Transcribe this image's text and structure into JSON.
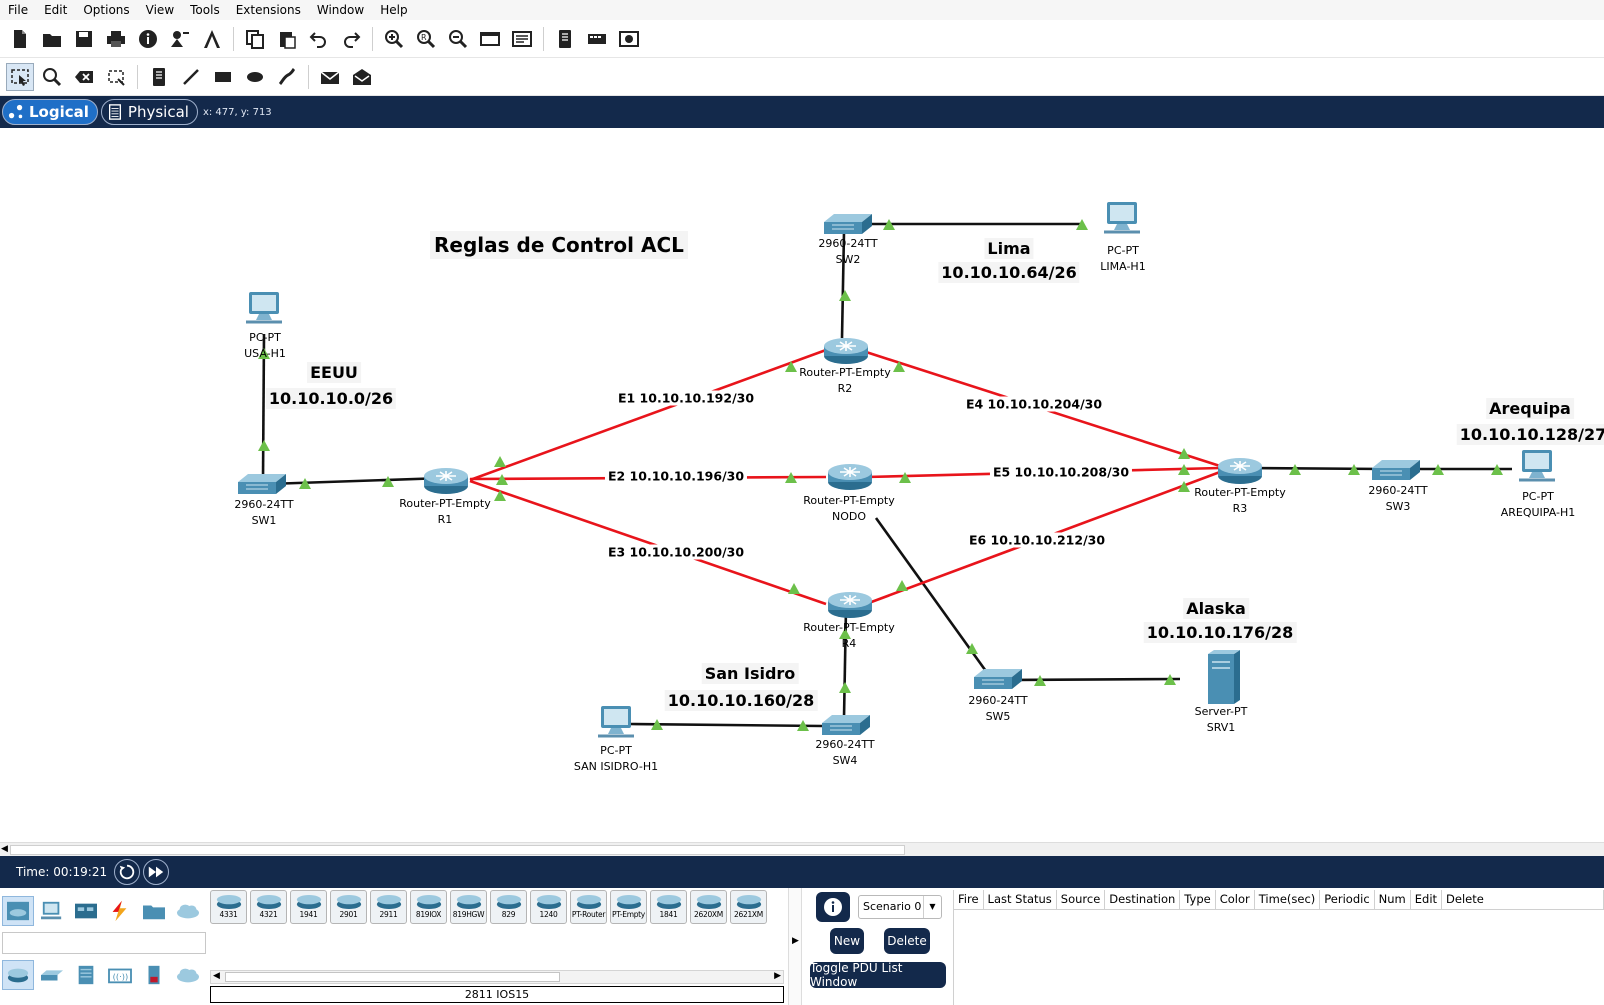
{
  "menu": [
    "File",
    "Edit",
    "Options",
    "View",
    "Tools",
    "Extensions",
    "Window",
    "Help"
  ],
  "mode_tabs": {
    "logical": "Logical",
    "physical": "Physical",
    "coords": "x: 477, y: 713"
  },
  "canvas": {
    "title": "Reglas de Control ACL",
    "networks": [
      {
        "name": "Lima",
        "subnet": "10.10.10.64/26"
      },
      {
        "name": "EEUU",
        "subnet": "10.10.10.0/26"
      },
      {
        "name": "Arequipa",
        "subnet": "10.10.10.128/27"
      },
      {
        "name": "Alaska",
        "subnet": "10.10.10.176/28"
      },
      {
        "name": "San Isidro",
        "subnet": "10.10.10.160/28"
      }
    ],
    "links": [
      {
        "label": "E1 10.10.10.192/30"
      },
      {
        "label": "E2 10.10.10.196/30"
      },
      {
        "label": "E3 10.10.10.200/30"
      },
      {
        "label": "E4 10.10.10.204/30"
      },
      {
        "label": "E5 10.10.10.208/30"
      },
      {
        "label": "E6 10.10.10.212/30"
      }
    ],
    "devices": [
      {
        "type": "2960-24TT",
        "name": "SW2",
        "kind": "switch"
      },
      {
        "type": "PC-PT",
        "name": "LIMA-H1",
        "kind": "pc"
      },
      {
        "type": "PC-PT",
        "name": "USA-H1",
        "kind": "pc"
      },
      {
        "type": "Router-PT-Empty",
        "name": "R2",
        "kind": "router"
      },
      {
        "type": "2960-24TT",
        "name": "SW1",
        "kind": "switch"
      },
      {
        "type": "Router-PT-Empty",
        "name": "R1",
        "kind": "router"
      },
      {
        "type": "Router-PT-Empty",
        "name": "NODO",
        "kind": "router"
      },
      {
        "type": "Router-PT-Empty",
        "name": "R3",
        "kind": "router"
      },
      {
        "type": "2960-24TT",
        "name": "SW3",
        "kind": "switch"
      },
      {
        "type": "PC-PT",
        "name": "AREQUIPA-H1",
        "kind": "pc"
      },
      {
        "type": "Router-PT-Empty",
        "name": "R4",
        "kind": "router"
      },
      {
        "type": "2960-24TT",
        "name": "SW5",
        "kind": "switch"
      },
      {
        "type": "Server-PT",
        "name": "SRV1",
        "kind": "server"
      },
      {
        "type": "PC-PT",
        "name": "SAN ISIDRO-H1",
        "kind": "pc"
      },
      {
        "type": "2960-24TT",
        "name": "SW4",
        "kind": "switch"
      }
    ]
  },
  "timebar": {
    "time": "Time: 00:19:21"
  },
  "device_models": [
    "4331",
    "4321",
    "1941",
    "2901",
    "2911",
    "819IOX",
    "819HGW",
    "829",
    "1240",
    "PT-Router",
    "PT-Empty",
    "1841",
    "2620XM",
    "2621XM"
  ],
  "selected_model": "2811 IOS15",
  "scenario": {
    "select": "Scenario 0",
    "new": "New",
    "delete": "Delete",
    "toggle": "Toggle PDU List Window"
  },
  "pdu_columns": [
    "Fire",
    "Last Status",
    "Source",
    "Destination",
    "Type",
    "Color",
    "Time(sec)",
    "Periodic",
    "Num",
    "Edit",
    "Delete"
  ],
  "colors": {
    "link_red": "#e8141b",
    "link_black": "#111111",
    "nav_bar": "#13294b",
    "port_green": "#6cc04a"
  }
}
